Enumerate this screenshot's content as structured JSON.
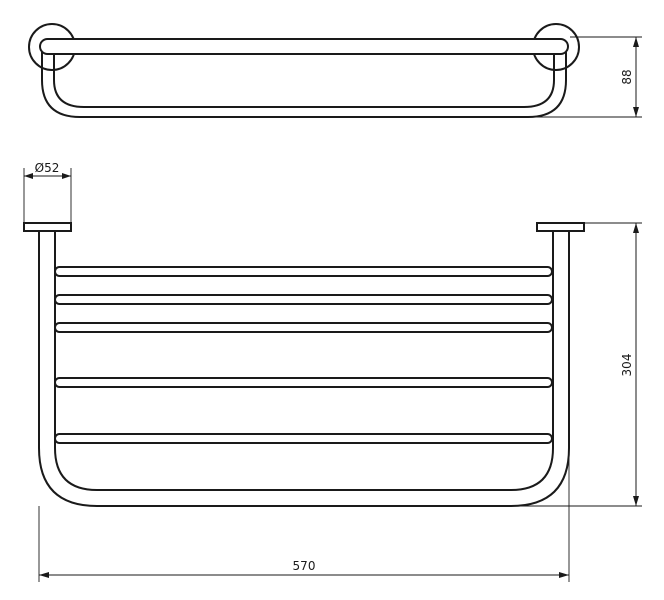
{
  "dimensions": {
    "depth": "88",
    "diameter": "Ø52",
    "height": "304",
    "width": "570"
  },
  "colors": {
    "line": "#1a1a1a",
    "background": "#ffffff"
  }
}
